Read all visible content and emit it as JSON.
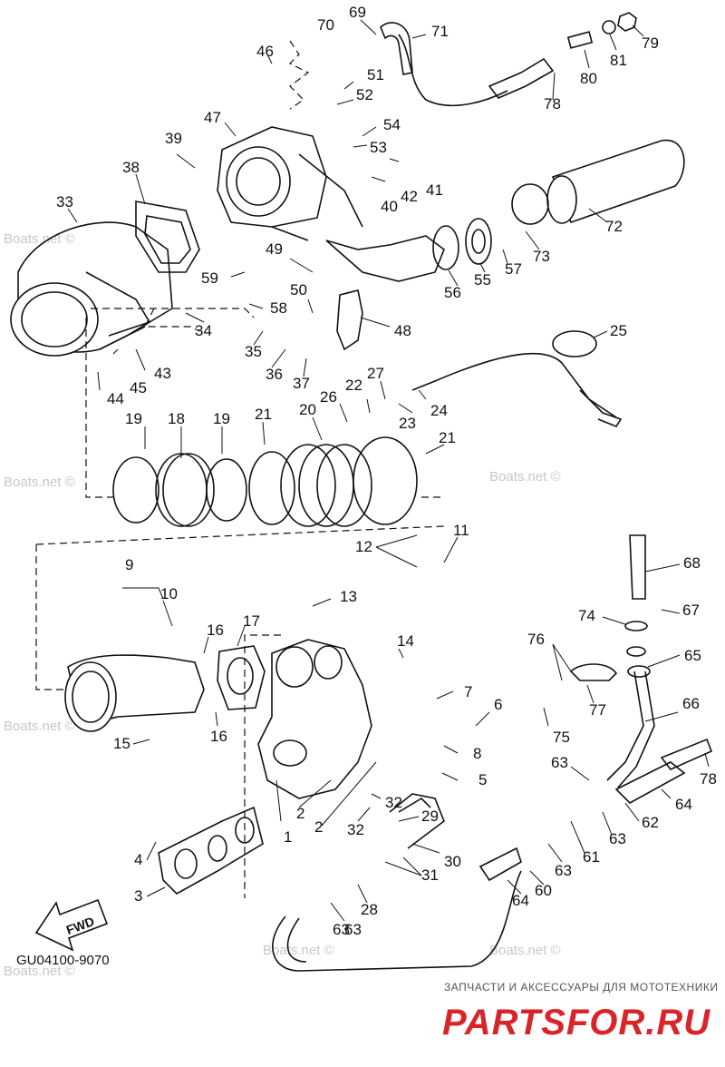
{
  "diagram_code": "GU04100-9070",
  "direction_label": "FWD",
  "watermark": "Boats.net ©",
  "brand": {
    "tagline": "ЗАПЧАСТИ И АКСЕССУАРЫ ДЛЯ МОТОТЕХНИКИ",
    "logo": "PARTSFOR.RU",
    "logo_color": "#d9242a"
  },
  "part_numbers": [
    "1",
    "2",
    "2",
    "3",
    "4",
    "5",
    "6",
    "7",
    "8",
    "9",
    "10",
    "11",
    "12",
    "13",
    "14",
    "15",
    "16",
    "16",
    "17",
    "18",
    "19",
    "19",
    "20",
    "21",
    "21",
    "22",
    "23",
    "24",
    "25",
    "26",
    "27",
    "28",
    "29",
    "30",
    "31",
    "32",
    "32",
    "33",
    "34",
    "35",
    "36",
    "37",
    "38",
    "39",
    "40",
    "41",
    "42",
    "43",
    "44",
    "45",
    "46",
    "47",
    "48",
    "49",
    "50",
    "51",
    "52",
    "53",
    "54",
    "55",
    "56",
    "57",
    "58",
    "59",
    "60",
    "61",
    "62",
    "63",
    "63",
    "63",
    "63",
    "63",
    "64",
    "64",
    "65",
    "66",
    "67",
    "68",
    "69",
    "70",
    "71",
    "72",
    "73",
    "74",
    "75",
    "76",
    "77",
    "78",
    "78",
    "79",
    "80",
    "81"
  ]
}
